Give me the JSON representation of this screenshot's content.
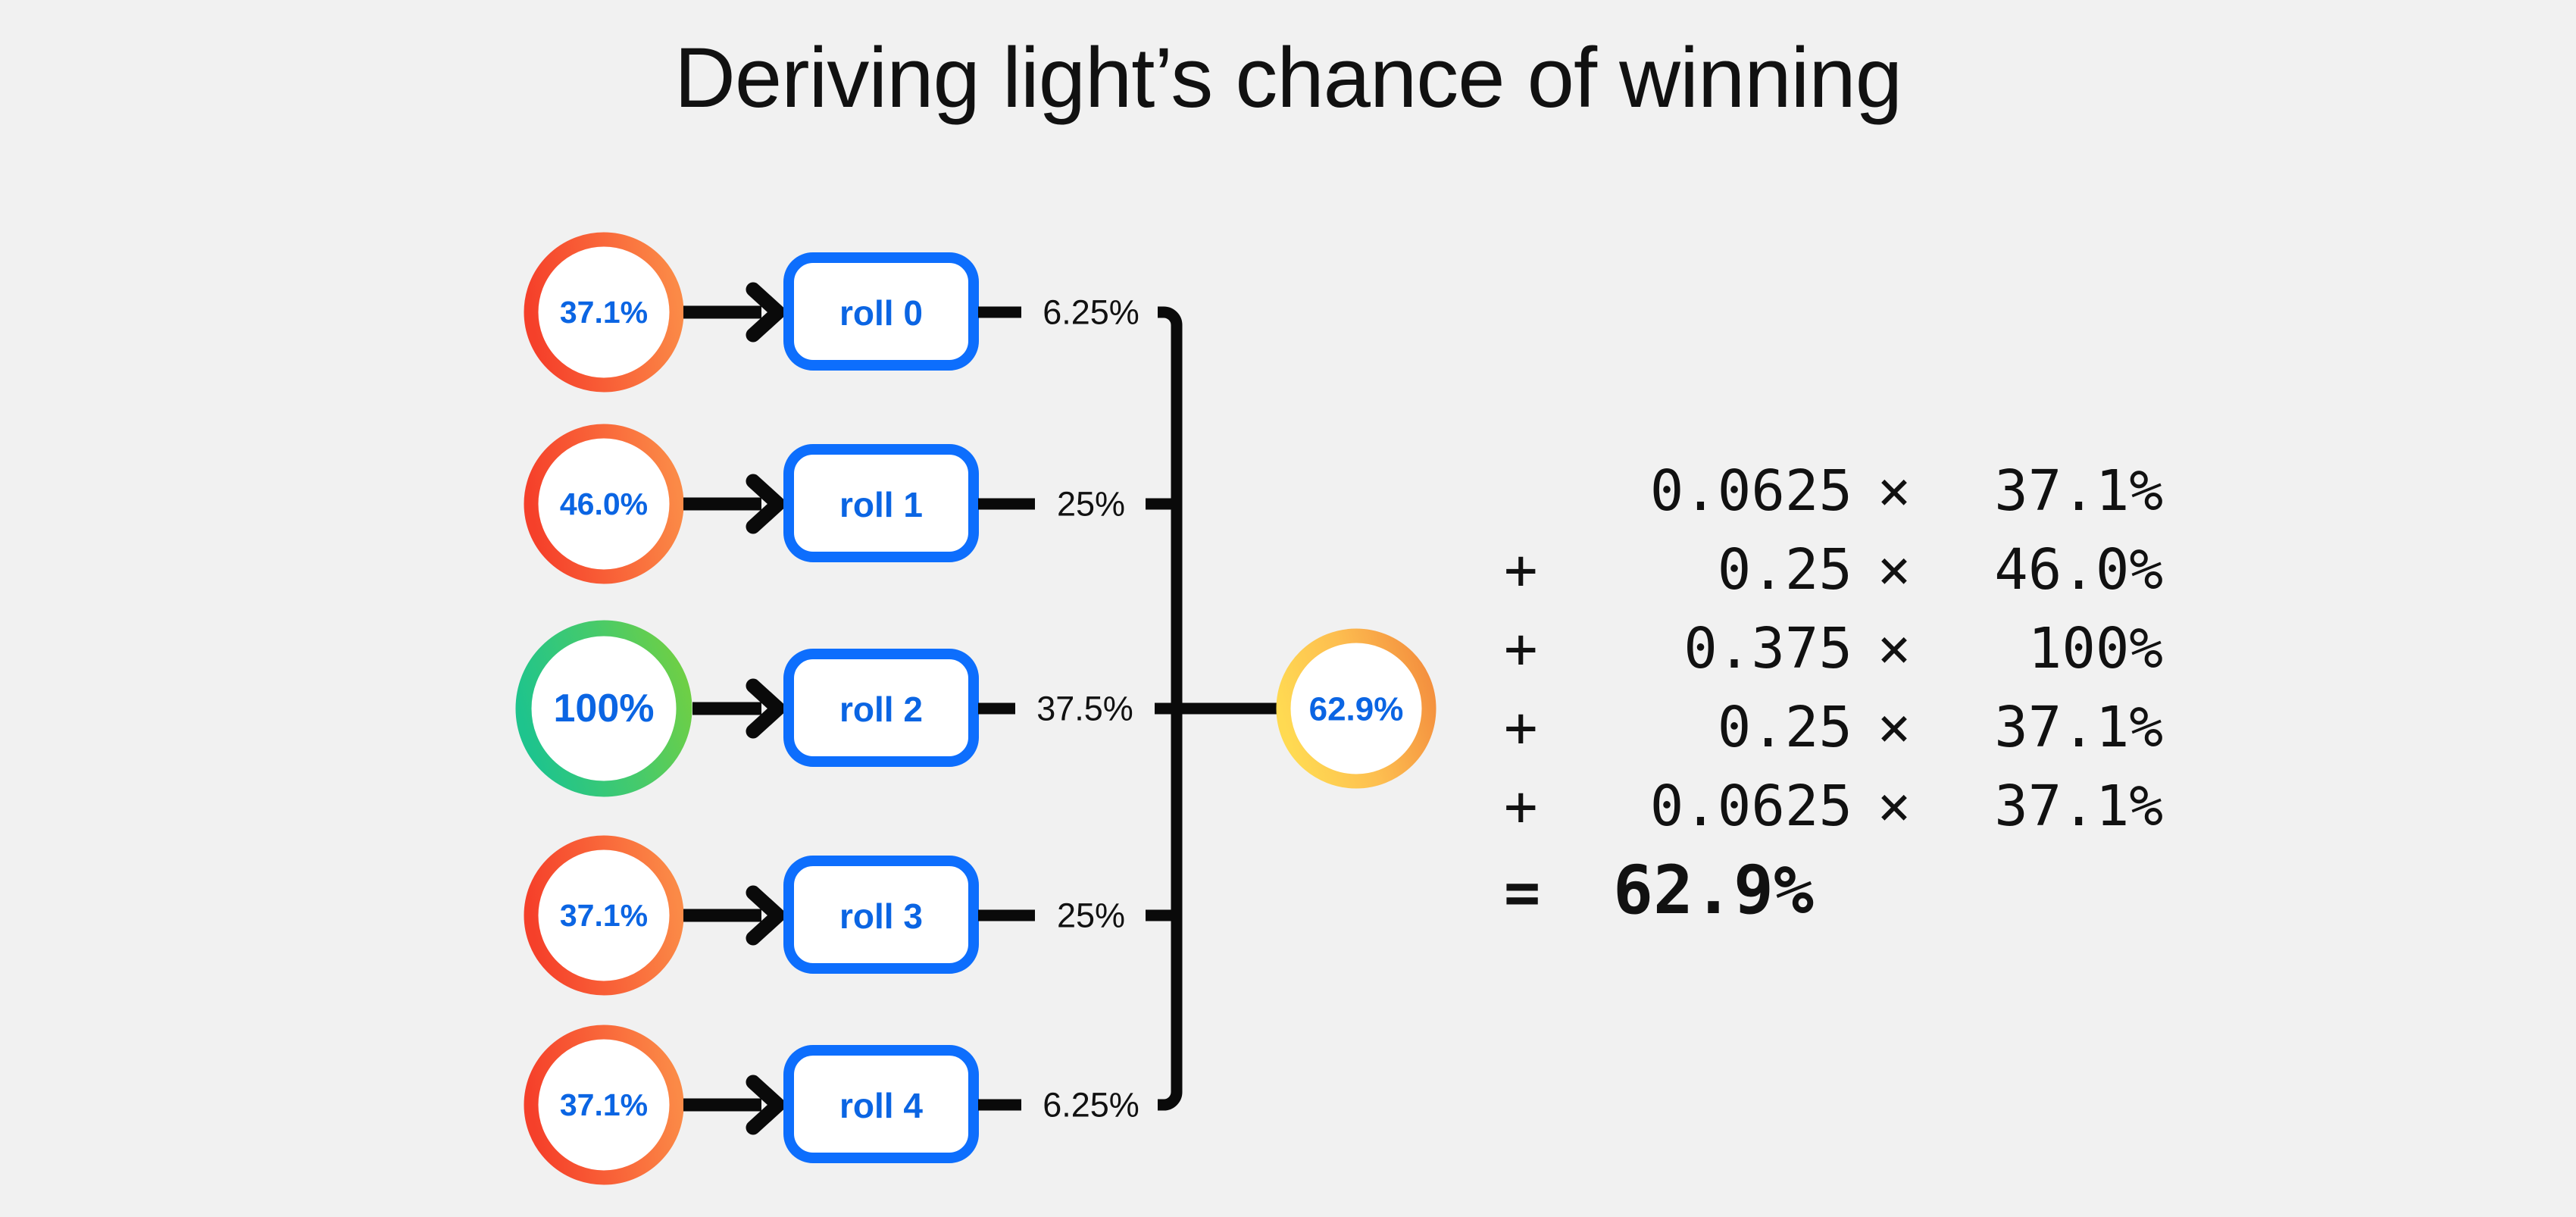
{
  "title": "Deriving light’s chance of winning",
  "colors": {
    "background": "#f1f1f1",
    "node_blue": "#0d6efd",
    "text_blue": "#0b65e3",
    "edge_black": "#0a0a0a",
    "text_black": "#111111",
    "ring_red_start": "#f5442c",
    "ring_red_end": "#fa8243",
    "ring_green_start": "#22c08a",
    "ring_green_end": "#6ace4a",
    "ring_gold_start": "#ffd84d",
    "ring_gold_end": "#f59040"
  },
  "diagram": {
    "rows": [
      {
        "source_label": "37.1%",
        "node_label": "roll 0",
        "edge_label": "6.25%",
        "ring": "red"
      },
      {
        "source_label": "46.0%",
        "node_label": "roll 1",
        "edge_label": "25%",
        "ring": "red"
      },
      {
        "source_label": "100%",
        "node_label": "roll 2",
        "edge_label": "37.5%",
        "ring": "green"
      },
      {
        "source_label": "37.1%",
        "node_label": "roll 3",
        "edge_label": "25%",
        "ring": "red"
      },
      {
        "source_label": "37.1%",
        "node_label": "roll 4",
        "edge_label": "6.25%",
        "ring": "red"
      }
    ],
    "result": {
      "label": "62.9%",
      "ring": "gold"
    }
  },
  "equation": {
    "rows": [
      {
        "op": "",
        "coef": "0.0625",
        "times": "×",
        "val": "37.1%"
      },
      {
        "op": "+",
        "coef": "0.25",
        "times": "×",
        "val": "46.0%"
      },
      {
        "op": "+",
        "coef": "0.375",
        "times": "×",
        "val": "100%"
      },
      {
        "op": "+",
        "coef": "0.25",
        "times": "×",
        "val": "37.1%"
      },
      {
        "op": "+",
        "coef": "0.0625",
        "times": "×",
        "val": "37.1%"
      }
    ],
    "total": {
      "op": "=",
      "value": "62.9%"
    }
  }
}
